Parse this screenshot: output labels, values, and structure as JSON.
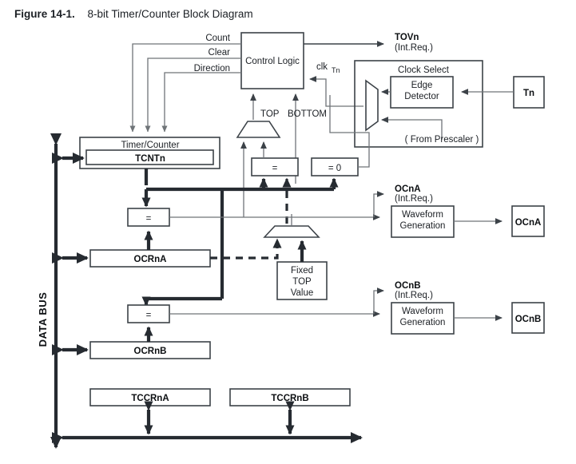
{
  "figure": {
    "number": "Figure 14-1.",
    "caption": "8-bit Timer/Counter Block Diagram"
  },
  "colors": {
    "stroke": "#3c4248",
    "thin_stroke": "#6f7478",
    "bus": "#262b31",
    "background": "#ffffff"
  },
  "blocks": {
    "control_logic": "Control Logic",
    "clock_select_title": "Clock Select",
    "edge_detector_line1": "Edge",
    "edge_detector_line2": "Detector",
    "tn": "Tn",
    "timer_counter_title": "Timer/Counter",
    "tcntn": "TCNTn",
    "compare_eq": "=",
    "compare_eq0": "= 0",
    "ocrna": "OCRnA",
    "ocrnb": "OCRnB",
    "tccrna": "TCCRnA",
    "tccrnb": "TCCRnB",
    "fixed_top_l1": "Fixed",
    "fixed_top_l2": "TOP",
    "fixed_top_l3": "Value",
    "waveform_l1": "Waveform",
    "waveform_l2": "Generation",
    "ocna_out": "OCnA",
    "ocnb_out": "OCnB"
  },
  "signals": {
    "count": "Count",
    "clear": "Clear",
    "direction": "Direction",
    "tovn": "TOVn",
    "tovn_sub": "(Int.Req.)",
    "clk": "clk",
    "clk_sub": "Tn",
    "top": "TOP",
    "bottom": "BOTTOM",
    "from_prescaler": "( From Prescaler )",
    "ocna_irq": "OCnA",
    "ocna_irq_sub": "(Int.Req.)",
    "ocnb_irq": "OCnB",
    "ocnb_irq_sub": "(Int.Req.)",
    "data_bus": "DATA BUS"
  }
}
